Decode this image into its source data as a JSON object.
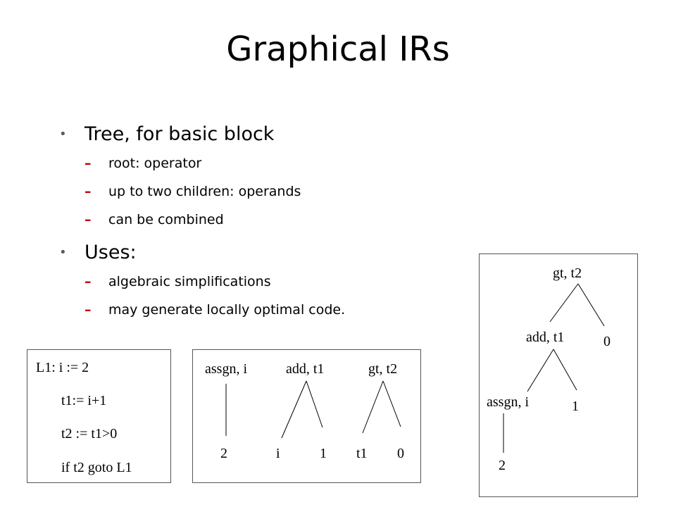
{
  "title": "Graphical IRs",
  "bullets": [
    {
      "text": "Tree, for basic block",
      "subitems": [
        "root: operator",
        "up to two children: operands",
        "can be combined"
      ]
    },
    {
      "text": "Uses:",
      "subitems": [
        "algebraic simplifications",
        "may generate locally optimal code."
      ]
    }
  ],
  "code_box": {
    "lines": [
      "L1: i := 2",
      "t1:= i+1",
      "t2 := t1>0",
      "if t2 goto L1"
    ]
  },
  "separate_trees": {
    "trees": [
      {
        "root": "assgn, i",
        "children": [
          "2"
        ]
      },
      {
        "root": "add, t1",
        "children": [
          "i",
          "1"
        ]
      },
      {
        "root": "gt, t2",
        "children": [
          "t1",
          "0"
        ]
      }
    ]
  },
  "combined_tree": {
    "gt": "gt, t2",
    "add": "add, t1",
    "zero": "0",
    "assgn": "assgn, i",
    "one": "1",
    "two": "2"
  },
  "colors": {
    "dash": "#c00000",
    "bullet": "#5a5a5a",
    "border": "#555555"
  }
}
